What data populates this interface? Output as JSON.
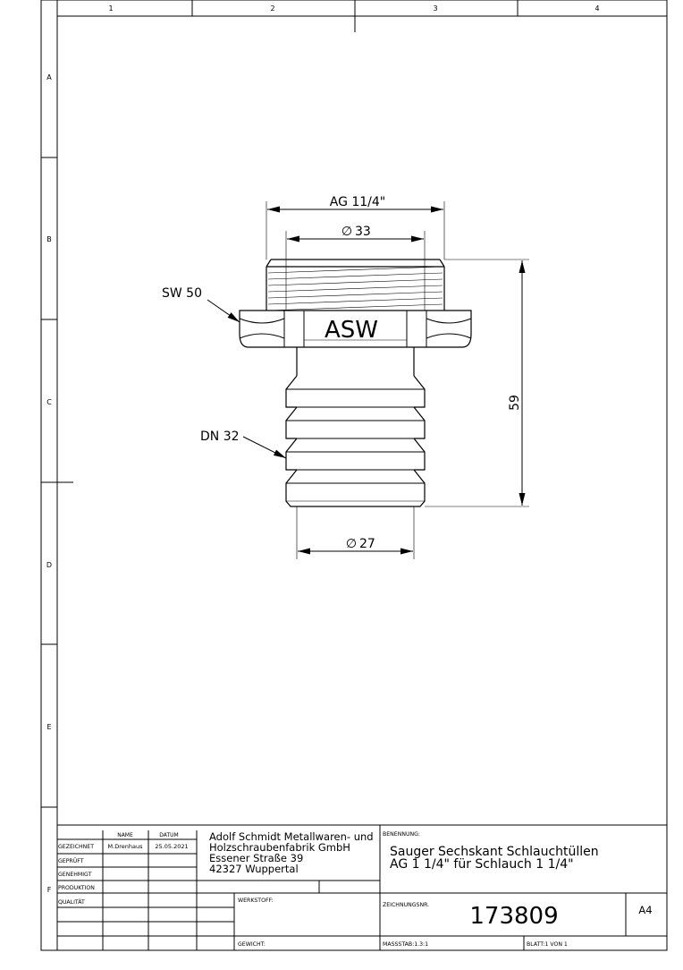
{
  "border": {
    "columns": [
      "1",
      "2",
      "3",
      "4"
    ],
    "rows": [
      "A",
      "B",
      "C",
      "D",
      "E",
      "F"
    ]
  },
  "dimensions": {
    "ag": "AG 11/4\"",
    "d33": "33",
    "d27": "27",
    "length": "59",
    "sw": "SW 50",
    "dn": "DN 32",
    "diameter_symbol": "∅"
  },
  "part": {
    "marking": "ASW"
  },
  "title_block": {
    "name_header": "NAME",
    "date_header": "DATUM",
    "gezeichnet": "GEZEICHNET",
    "geprueft": "GEPRÜFT",
    "genehmigt": "GENEHMIGT",
    "produktion": "PRODUKTION",
    "qualitaet": "QUALITÄT",
    "drawn_by": "M.Drenhaus",
    "drawn_date": "25.05.2021",
    "company_line1": "Adolf Schmidt Metallwaren- und",
    "company_line2": "Holzschraubenfabrik GmbH",
    "company_line3": "Essener Straße 39",
    "company_line4": "42327 Wuppertal",
    "benennung_label": "BENENNUNG:",
    "benennung_line1": "Sauger Sechskant Schlauchtüllen",
    "benennung_line2": "AG 1 1/4\" für Schlauch 1 1/4\"",
    "werkstoff_label": "WERKSTOFF:",
    "gewicht_label": "GEWICHT:",
    "zeichnungsnr_label": "ZEICHNUNGSNR.",
    "zeichnungsnr": "173809",
    "format": "A4",
    "massstab": "MASSSTAB:1.3:1",
    "blatt": "BLATT:1 VON 1"
  }
}
